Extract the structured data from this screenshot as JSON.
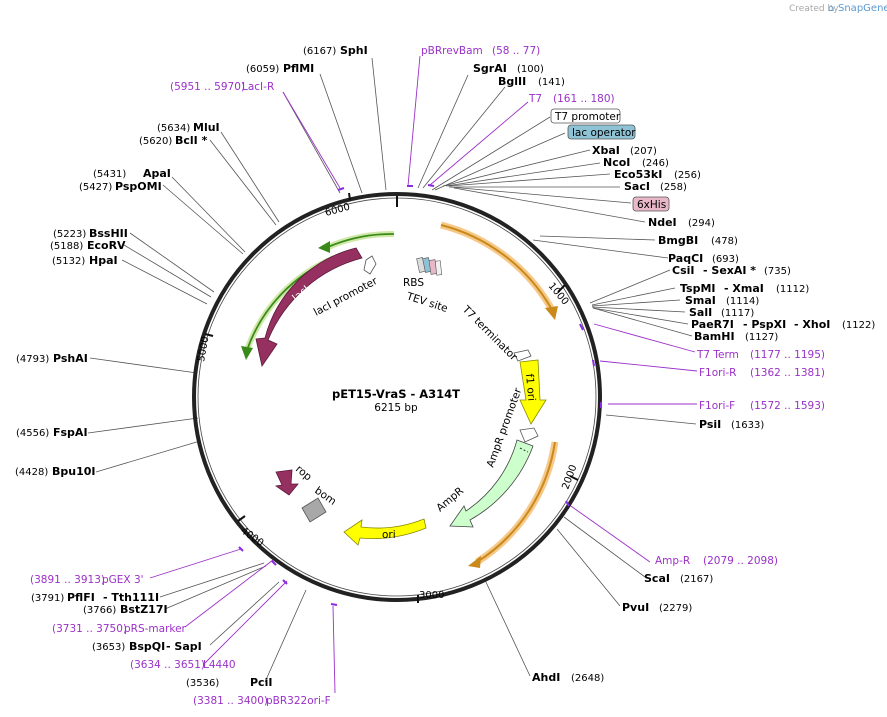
{
  "credit": {
    "created_by": "Created by",
    "brand": "SnapGene"
  },
  "center": {
    "name": "pET15-VraS - A314T",
    "length": "6215 bp"
  },
  "ticks": [
    "1000",
    "2000",
    "3000",
    "4000",
    "5000",
    "6000"
  ],
  "features": {
    "laci": "lacI",
    "laci_promoter": "lacI promoter",
    "rbs": "RBS",
    "tev": "TEV site",
    "t7_terminator": "T7 terminator",
    "f1_ori": "f1 ori",
    "ampr_promoter": "AmpR promoter",
    "ampr": "AmpR",
    "ori": "ori",
    "rop": "rop",
    "bom": "bom"
  },
  "sites": [
    {
      "pos": "(6167)",
      "name": "SphI"
    },
    {
      "pos": "(6059)",
      "name": "PflMI"
    },
    {
      "pos": "(5634)",
      "name": "MluI"
    },
    {
      "pos": "(5620)",
      "name": "BclI *"
    },
    {
      "pos": "(5431)",
      "name": "ApaI"
    },
    {
      "pos": "(5427)",
      "name": "PspOMI"
    },
    {
      "pos": "(5223)",
      "name": "BssHII"
    },
    {
      "pos": "(5188)",
      "name": "EcoRV"
    },
    {
      "pos": "(5132)",
      "name": "HpaI"
    },
    {
      "pos": "(4793)",
      "name": "PshAI"
    },
    {
      "pos": "(4556)",
      "name": "FspAI"
    },
    {
      "pos": "(4428)",
      "name": "Bpu10I"
    },
    {
      "pos": "(3791)",
      "name": "PflFI",
      "name2": "- Tth111I"
    },
    {
      "pos": "(3766)",
      "name": "BstZ17I"
    },
    {
      "pos": "(3653)",
      "name": "BspQI",
      "name2": "- SapI"
    },
    {
      "pos": "(3536)",
      "name": "PciI"
    },
    {
      "pos": "(100)",
      "name": "SgrAI"
    },
    {
      "pos": "(141)",
      "name": "BglII"
    },
    {
      "pos": "(207)",
      "name": "XbaI"
    },
    {
      "pos": "(246)",
      "name": "NcoI"
    },
    {
      "pos": "(256)",
      "name": "Eco53kI"
    },
    {
      "pos": "(258)",
      "name": "SacI"
    },
    {
      "pos": "(294)",
      "name": "NdeI"
    },
    {
      "pos": "(478)",
      "name": "BmgBI"
    },
    {
      "pos": "(693)",
      "name": "PaqCI"
    },
    {
      "pos": "(735)",
      "name": "CsiI",
      "name2": "- SexAI *"
    },
    {
      "pos": "(1112)",
      "name": "TspMI",
      "name2": "- XmaI"
    },
    {
      "pos": "(1114)",
      "name": "SmaI"
    },
    {
      "pos": "(1117)",
      "name": "SalI"
    },
    {
      "pos": "(1122)",
      "name": "PaeR7I",
      "name2": "- PspXI",
      "name3": "- XhoI"
    },
    {
      "pos": "(1127)",
      "name": "BamHI"
    },
    {
      "pos": "(1633)",
      "name": "PsiI"
    },
    {
      "pos": "(2167)",
      "name": "ScaI"
    },
    {
      "pos": "(2279)",
      "name": "PvuI"
    },
    {
      "pos": "(2648)",
      "name": "AhdI"
    }
  ],
  "primers": [
    {
      "range": "(5951 .. 5970)",
      "name": "LacI-R"
    },
    {
      "name": "pBRrevBam",
      "range": "(58 .. 77)"
    },
    {
      "name": "T7",
      "range": "(161 .. 180)"
    },
    {
      "name": "T7 Term",
      "range": "(1177 .. 1195)"
    },
    {
      "name": "F1ori-R",
      "range": "(1362 .. 1381)"
    },
    {
      "name": "F1ori-F",
      "range": "(1572 .. 1593)"
    },
    {
      "name": "Amp-R",
      "range": "(2079 .. 2098)"
    },
    {
      "range": "(3891 .. 3913)",
      "name": "pGEX 3'"
    },
    {
      "range": "(3731 .. 3750)",
      "name": "pRS-marker"
    },
    {
      "range": "(3634 .. 3651)",
      "name": "L4440"
    },
    {
      "range": "(3381 .. 3400)",
      "name": "pBR322ori-F"
    }
  ],
  "boxes": [
    {
      "name": "T7 promoter",
      "color": "#ffffff"
    },
    {
      "name": "lac operator",
      "color": "#8ec3d6"
    },
    {
      "name": "6xHis",
      "color": "#e8b8c8"
    }
  ]
}
